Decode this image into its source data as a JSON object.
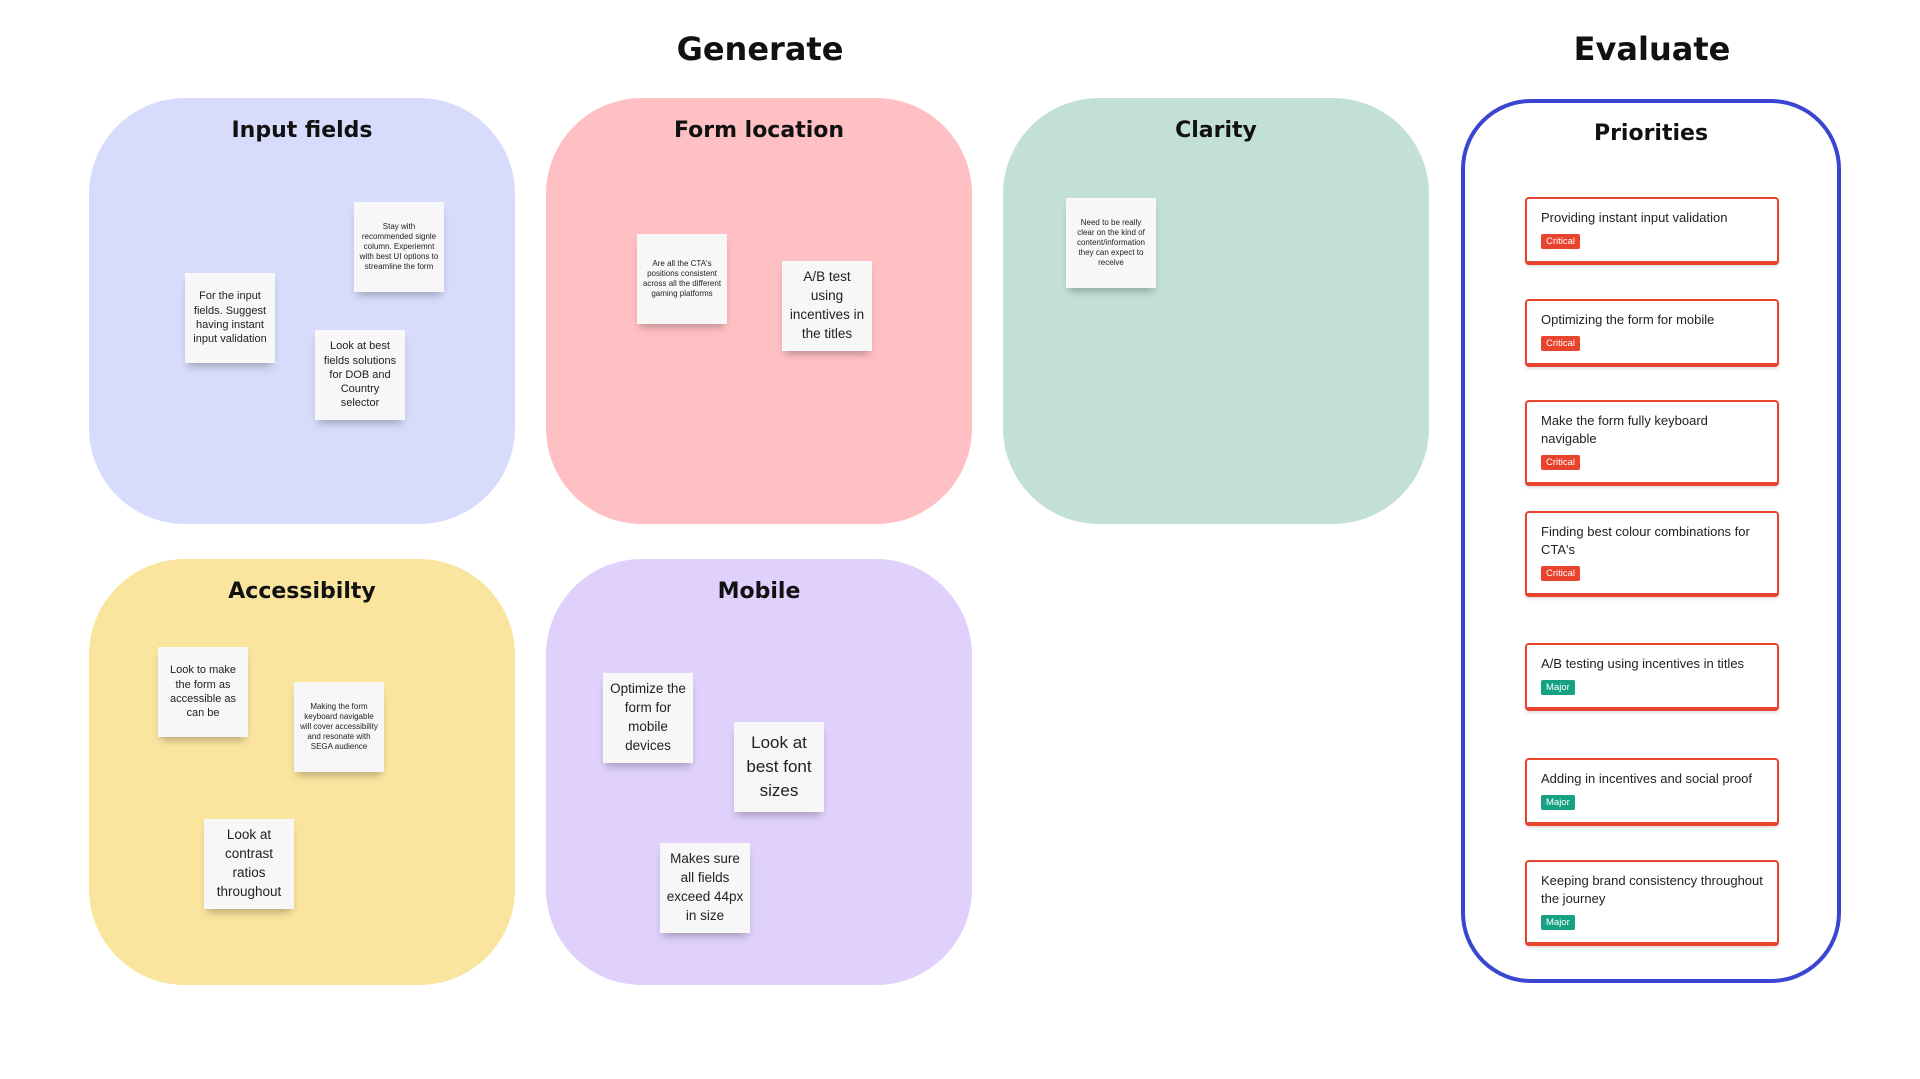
{
  "headings": {
    "generate": "Generate",
    "evaluate": "Evaluate"
  },
  "colors": {
    "input_fields": "#d8dcfc",
    "form_location": "#ffc0c3",
    "clarity": "#c3e0d6",
    "accessibility": "#fae59f",
    "mobile": "#dfd0fc",
    "priorities_border": "#3a45d1",
    "card_border": "#e8432d",
    "critical_tag": "#e8432d",
    "major_tag": "#15a283"
  },
  "clusters": {
    "input_fields": {
      "title": "Input fields",
      "notes": [
        "Stay with recommended signle column. Experiemnt with best UI options to streamline the form",
        "For the input fields. Suggest having instant input validation",
        "Look at best fields solutions for DOB and Country selector"
      ]
    },
    "form_location": {
      "title": "Form location",
      "notes": [
        "Are all the CTA's positions consistent across all the different gaming platforms",
        "A/B test using incentives in the titles"
      ]
    },
    "clarity": {
      "title": "Clarity",
      "notes": [
        "Need to be really clear on the kind of content/information they can expect to receive"
      ]
    },
    "accessibility": {
      "title": "Accessibilty",
      "notes": [
        "Look to make the form as accessible as can be",
        "Making the form keyboard navigable will cover accessibility and resonate with SEGA audience",
        "Look at contrast ratios throughout"
      ]
    },
    "mobile": {
      "title": "Mobile",
      "notes": [
        "Optimize the form for mobile devices",
        "Look at best font sizes",
        "Makes sure all fields exceed 44px in size"
      ]
    }
  },
  "priorities": {
    "title": "Priorities",
    "items": [
      {
        "title": "Providing instant input validation",
        "tag": "Critical"
      },
      {
        "title": "Optimizing the form for mobile",
        "tag": "Critical"
      },
      {
        "title": "Make the form fully keyboard navigable",
        "tag": "Critical"
      },
      {
        "title": "Finding best colour combinations for CTA's",
        "tag": "Critical"
      },
      {
        "title": "A/B testing using incentives in titles",
        "tag": "Major"
      },
      {
        "title": "Adding in incentives and social proof",
        "tag": "Major"
      },
      {
        "title": "Keeping brand consistency throughout the journey",
        "tag": "Major"
      }
    ]
  }
}
